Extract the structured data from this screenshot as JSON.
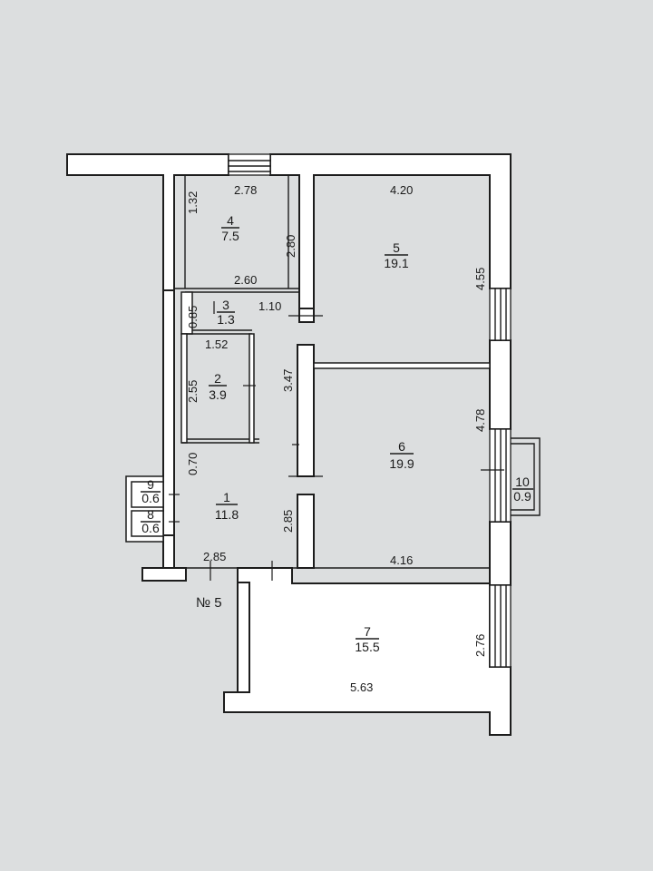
{
  "plan_label": "№ 5",
  "rooms": [
    {
      "number": "1",
      "area": "11.8"
    },
    {
      "number": "2",
      "area": "3.9"
    },
    {
      "number": "3",
      "area": "1.3"
    },
    {
      "number": "4",
      "area": "7.5"
    },
    {
      "number": "5",
      "area": "19.1"
    },
    {
      "number": "6",
      "area": "19.9"
    },
    {
      "number": "7",
      "area": "15.5"
    },
    {
      "number": "8",
      "area": "0.6"
    },
    {
      "number": "9",
      "area": "0.6"
    },
    {
      "number": "10",
      "area": "0.9"
    }
  ],
  "dimensions": {
    "room4_width": "2.78",
    "room4_height_left": "1.32",
    "room4_height_right": "2.80",
    "room4_bottom": "2.60",
    "room3_height": "0.85",
    "room3_width": "1.10",
    "room2_width": "1.52",
    "room2_height": "2.55",
    "corridor_height": "3.47",
    "room1_left": "0.70",
    "room1_right": "2.85",
    "room1_bottom": "2.85",
    "room5_width": "4.20",
    "room5_height": "4.55",
    "room6_height": "4.78",
    "room6_width": "4.16",
    "room7_height": "2.76",
    "room7_width": "5.63"
  }
}
